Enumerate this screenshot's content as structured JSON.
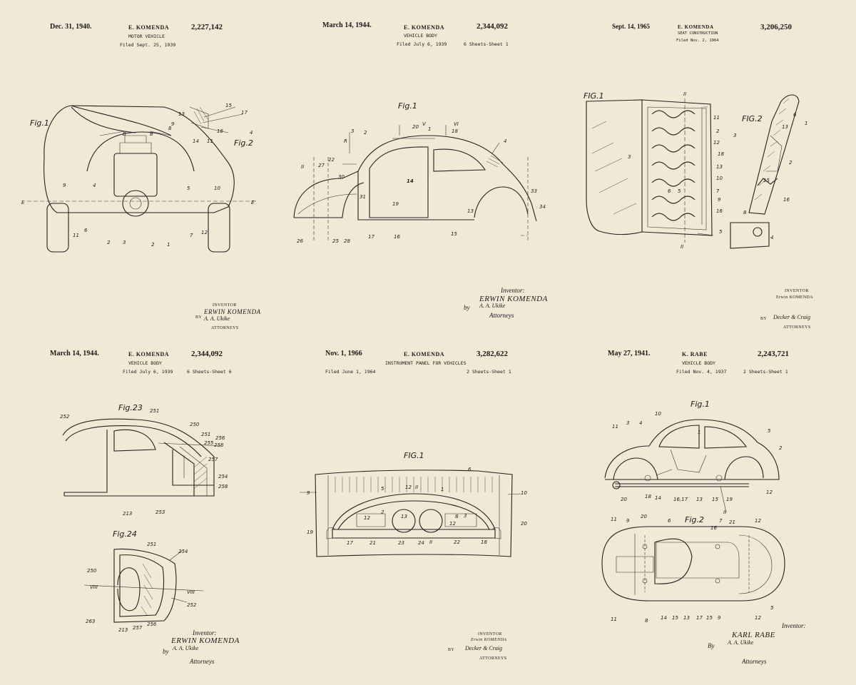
{
  "panels": [
    {
      "date": "Dec. 31, 1940.",
      "inventor": "E. KOMENDA",
      "number": "2,227,142",
      "title": "MOTOR VEHICLE",
      "filed": "Filed Sept. 25, 1939",
      "sheets": "",
      "figures": [
        "Fig.1",
        "Fig.2"
      ],
      "signature": {
        "label": "INVENTOR",
        "name": "ERWIN KOMENDA",
        "by": "BY",
        "attorney_sig": "A. A. Ukike",
        "attorneys_label": "ATTORNEYS"
      }
    },
    {
      "date": "March 14, 1944.",
      "inventor": "E. KOMENDA",
      "number": "2,344,092",
      "title": "VEHICLE BODY",
      "filed": "Filed July 6, 1939",
      "sheets": "6 Sheets-Sheet 1",
      "figures": [
        "Fig.1"
      ],
      "signature": {
        "label": "Inventor:",
        "name": "ERWIN KOMENDA",
        "by": "by",
        "attorney_sig": "A. A. Ukike",
        "attorneys_label": "Attorneys"
      }
    },
    {
      "date": "Sept. 14, 1965",
      "inventor": "E. KOMENDA",
      "number": "3,206,250",
      "title": "SEAT CONSTRUCTION",
      "filed": "Filed Nov. 2, 1964",
      "sheets": "",
      "figures": [
        "FIG.1",
        "FIG.2"
      ],
      "signature": {
        "label": "INVENTOR",
        "name": "Erwin KOMENDA",
        "by": "BY",
        "attorney_sig": "Decker & Craig",
        "attorneys_label": "ATTORNEYS"
      }
    },
    {
      "date": "March 14, 1944.",
      "inventor": "E. KOMENDA",
      "number": "2,344,092",
      "title": "VEHICLE BODY",
      "filed": "Filed July 6, 1939",
      "sheets": "6 Sheets-Sheet 6",
      "figures": [
        "Fig.23",
        "Fig.24"
      ],
      "signature": {
        "label": "Inventor:",
        "name": "ERWIN KOMENDA",
        "by": "by",
        "attorney_sig": "A. A. Ukike",
        "attorneys_label": "Attorneys"
      }
    },
    {
      "date": "Nov. 1, 1966",
      "inventor": "E. KOMENDA",
      "number": "3,282,622",
      "title": "INSTRUMENT PANEL FOR VEHICLES",
      "filed": "Filed June 1, 1964",
      "sheets": "2 Sheets-Sheet 1",
      "figures": [
        "FIG.1"
      ],
      "signature": {
        "label": "INVENTOR",
        "name": "Erwin KOMENDA",
        "by": "BY",
        "attorney_sig": "Decker & Craig",
        "attorneys_label": "ATTORNEYS"
      }
    },
    {
      "date": "May 27, 1941.",
      "inventor": "K. RABE",
      "number": "2,243,721",
      "title": "VEHICLE BODY",
      "filed": "Filed Nov. 4, 1937",
      "sheets": "2 Sheets-Sheet 1",
      "figures": [
        "Fig.1",
        "Fig.2"
      ],
      "signature": {
        "label": "Inventor:",
        "name": "KARL RABE",
        "by": "By",
        "attorney_sig": "A. A. Ukike",
        "attorneys_label": "Attorneys"
      }
    }
  ]
}
